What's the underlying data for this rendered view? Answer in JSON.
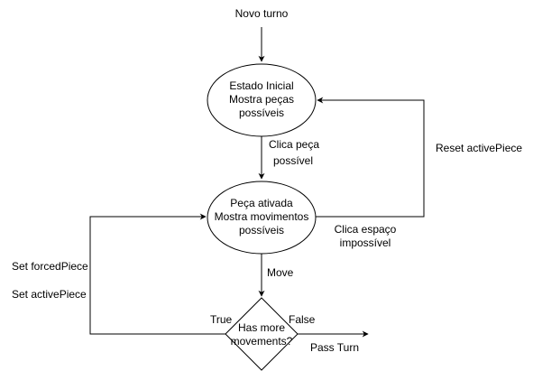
{
  "diagram": {
    "start_label": "Novo turno",
    "state_initial": {
      "lines": [
        "Estado Inicial",
        "Mostra peças",
        "possíveis"
      ]
    },
    "edge_click_piece": {
      "lines": [
        "Clica peça",
        "possível"
      ]
    },
    "state_piece_active": {
      "lines": [
        "Peça ativada",
        "Mostra movimentos",
        "possíveis"
      ]
    },
    "edge_reset": {
      "label": "Reset activePiece"
    },
    "edge_click_impossible": {
      "lines": [
        "Clica espaço",
        "impossível"
      ]
    },
    "edge_move": {
      "label": "Move"
    },
    "decision": {
      "lines": [
        "Has more",
        "movements?"
      ],
      "true_label": "True",
      "false_label": "False"
    },
    "edge_loop_labels": {
      "set_forced": "Set forcedPiece",
      "set_active": "Set activePiece"
    },
    "end_label": "Pass Turn"
  }
}
